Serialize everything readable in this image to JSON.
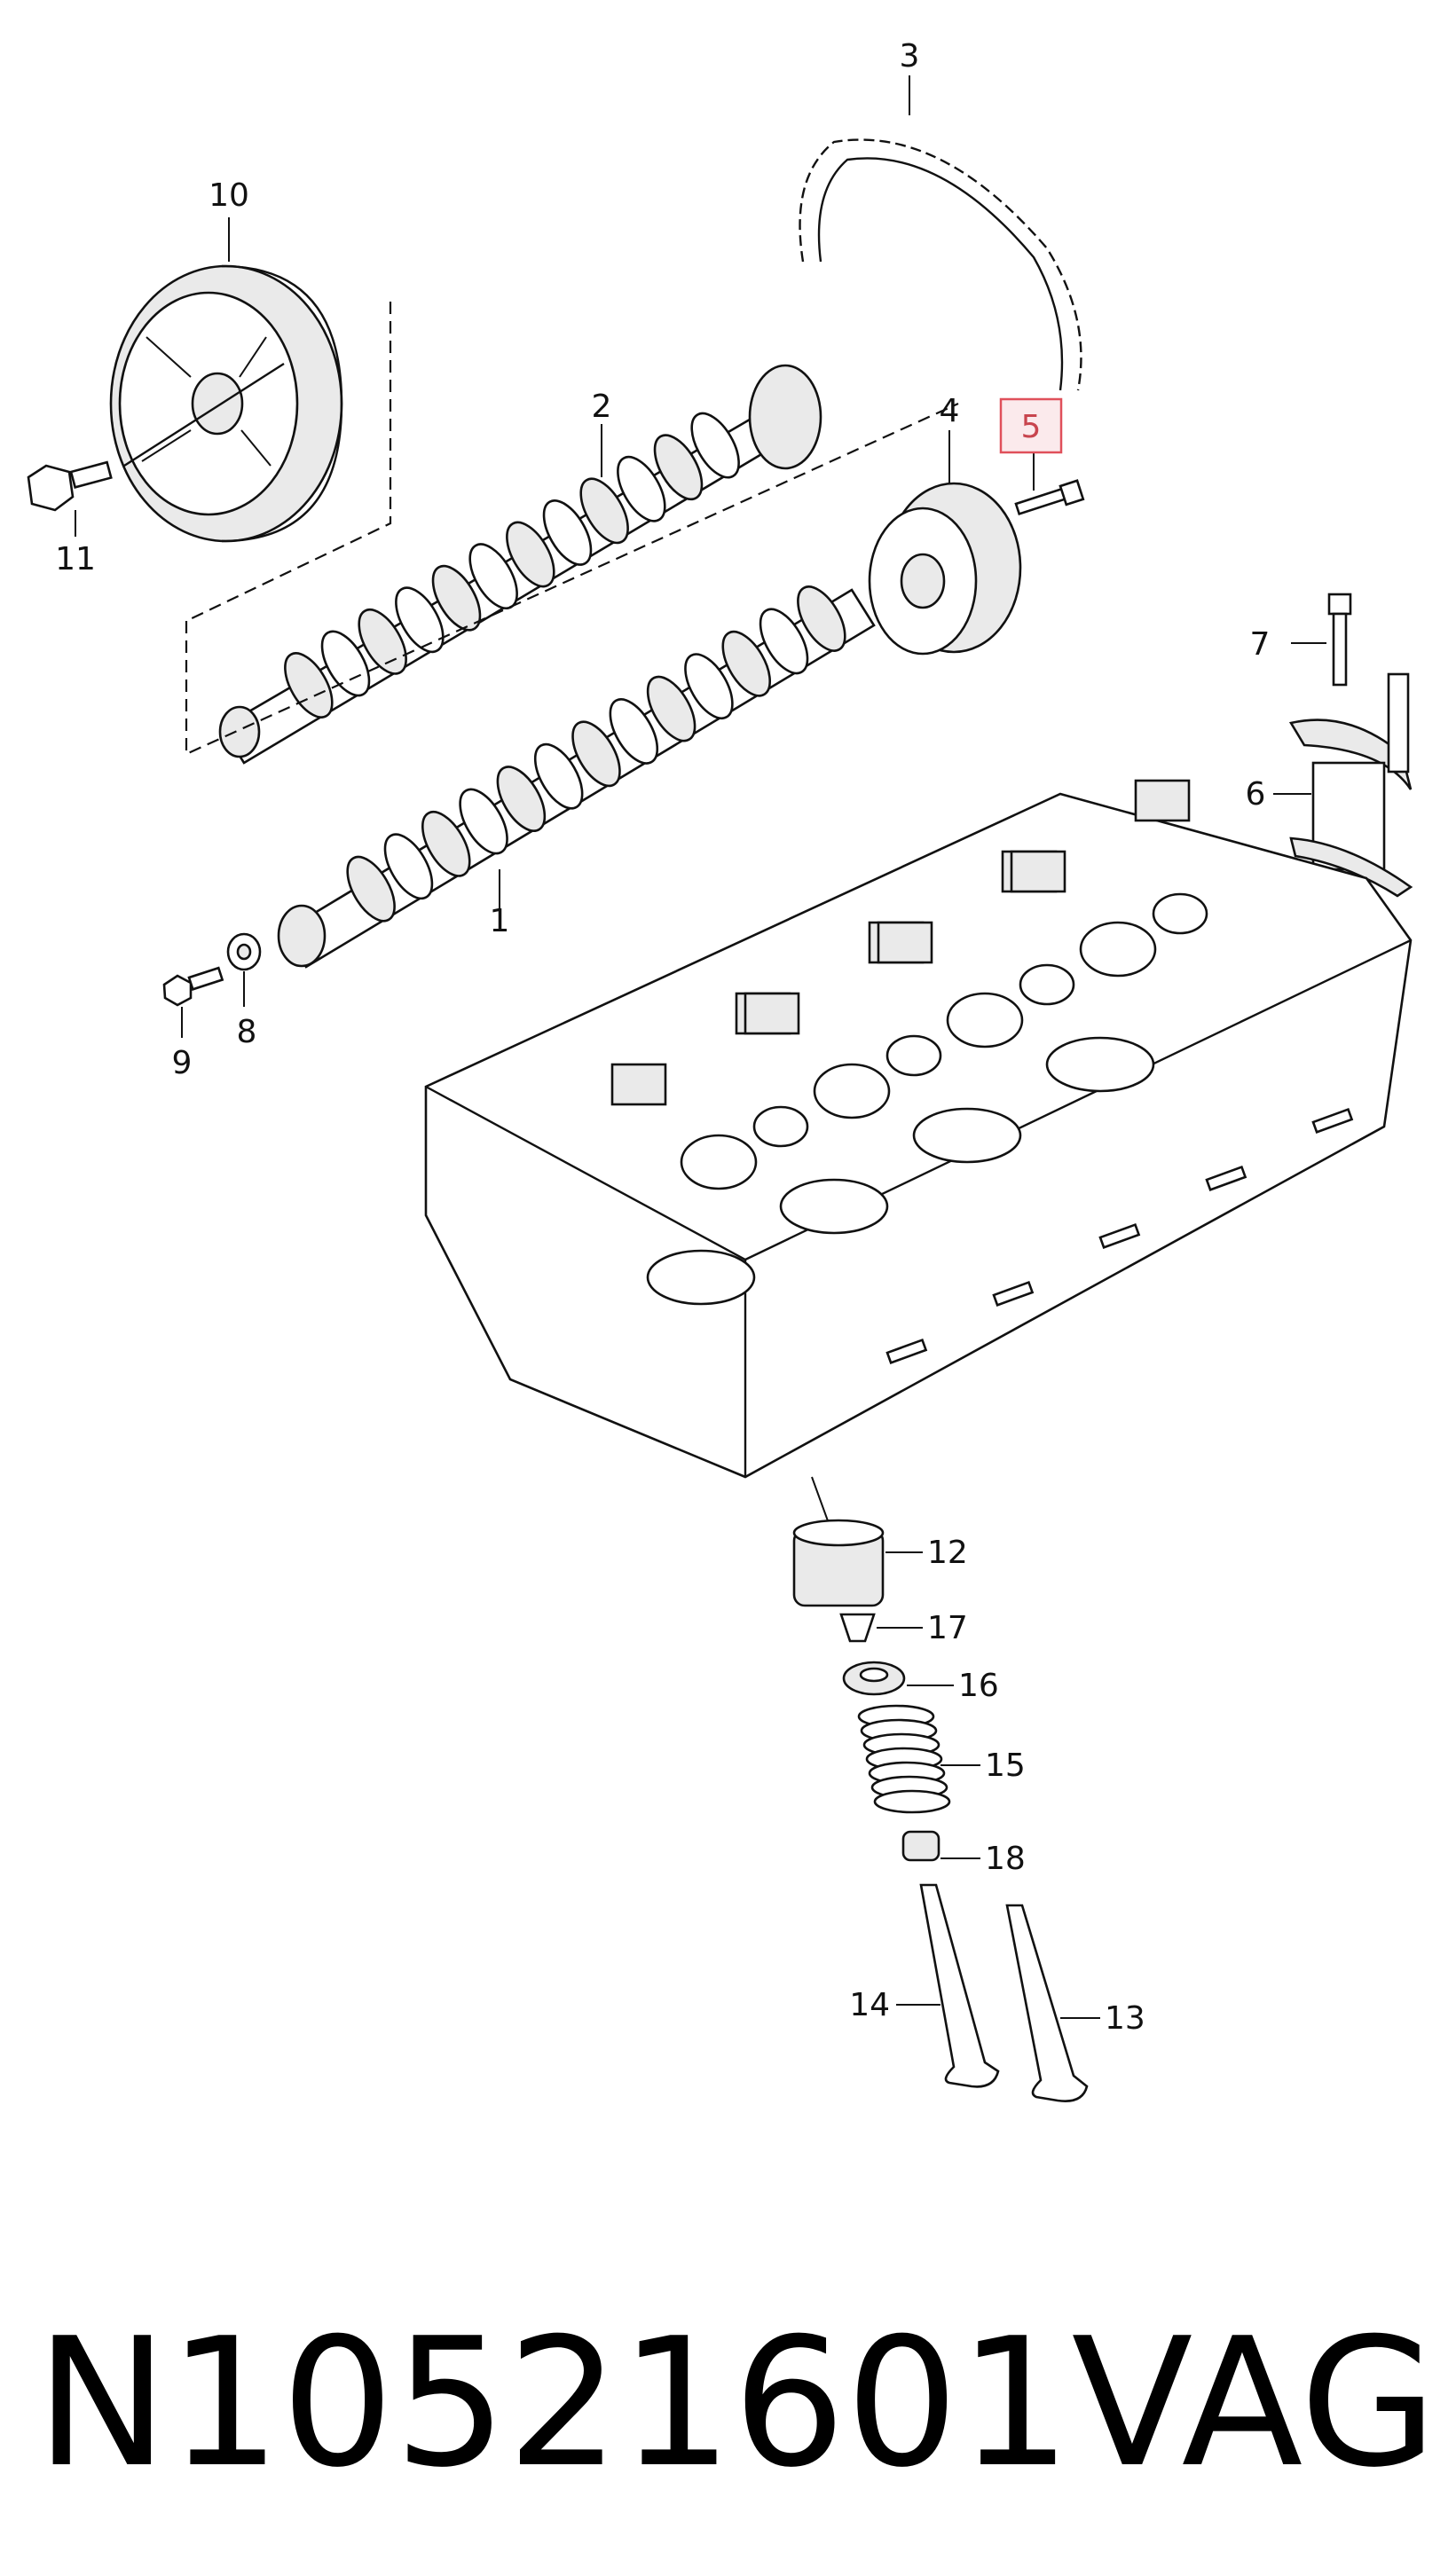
{
  "part_number": "N10521601",
  "brand": "VAG",
  "highlighted_callout": "5",
  "callouts": [
    "1",
    "2",
    "3",
    "4",
    "5",
    "6",
    "7",
    "8",
    "9",
    "10",
    "11",
    "12",
    "13",
    "14",
    "15",
    "16",
    "17",
    "18"
  ],
  "colors": {
    "highlight_fill": "#fbeaec",
    "highlight_stroke": "#e0505a",
    "highlight_text": "#c8454e"
  }
}
